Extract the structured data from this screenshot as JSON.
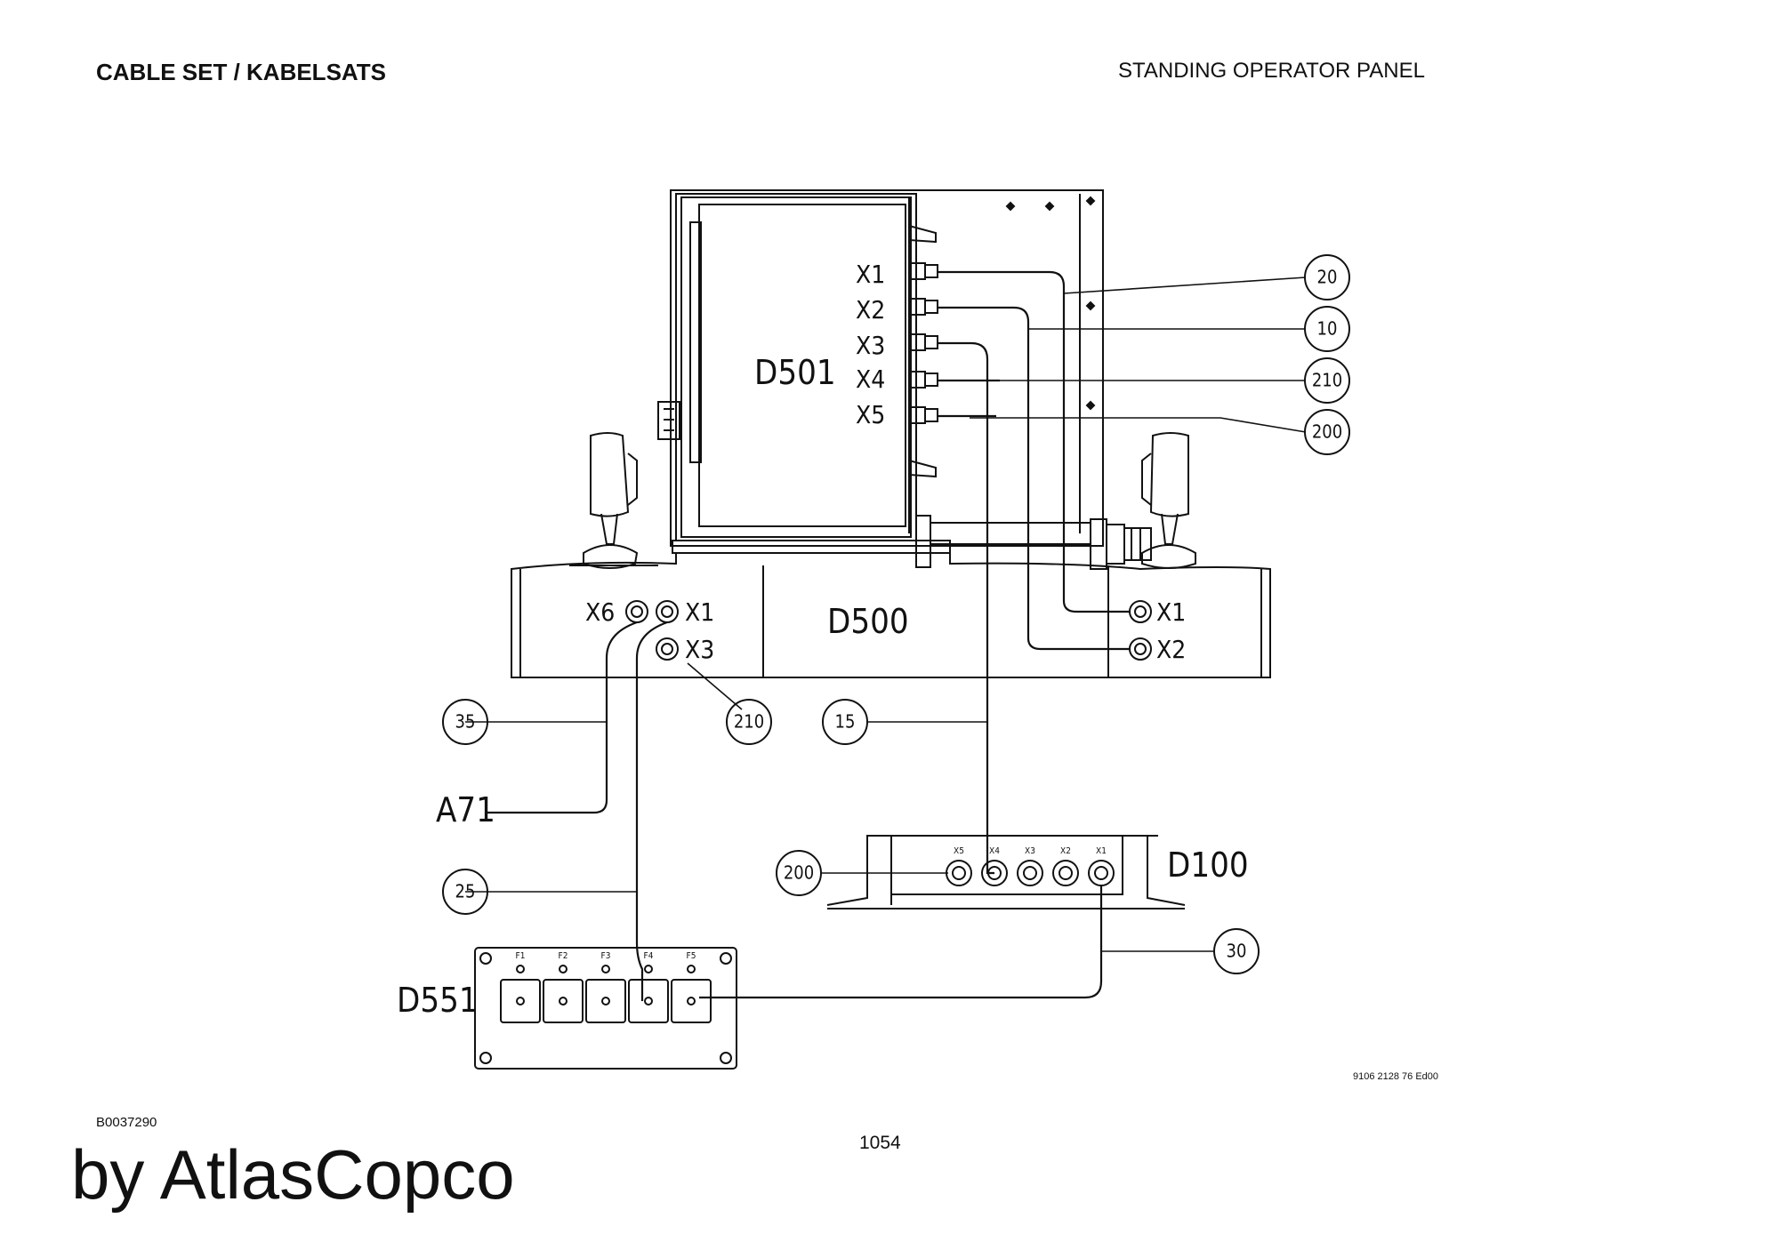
{
  "header": {
    "left_title": "CABLE SET / KABELSATS",
    "right_title": "STANDING OPERATOR PANEL"
  },
  "footer": {
    "doc_number": "B0037290",
    "page_number": "1054",
    "brand": "by AtlasCopco",
    "drawing_number": "9106 2128 76 Ed00"
  },
  "units": {
    "d501": "D501",
    "d500": "D500",
    "d100": "D100",
    "d551": "D551",
    "a71": "A71"
  },
  "connectors": {
    "d501": [
      "X1",
      "X2",
      "X3",
      "X4",
      "X5"
    ],
    "d500_left": [
      "X6",
      "X1",
      "X3"
    ],
    "d500_right": [
      "X1",
      "X2"
    ],
    "d100": [
      "X5",
      "X4",
      "X3",
      "X2",
      "X1"
    ],
    "d551": [
      "F1",
      "F2",
      "F3",
      "F4",
      "F5"
    ]
  },
  "callouts": {
    "c20": "20",
    "c10": "10",
    "c210_top": "210",
    "c200_top": "200",
    "c35": "35",
    "c210_mid": "210",
    "c15": "15",
    "c25": "25",
    "c200_mid": "200",
    "c30": "30"
  }
}
